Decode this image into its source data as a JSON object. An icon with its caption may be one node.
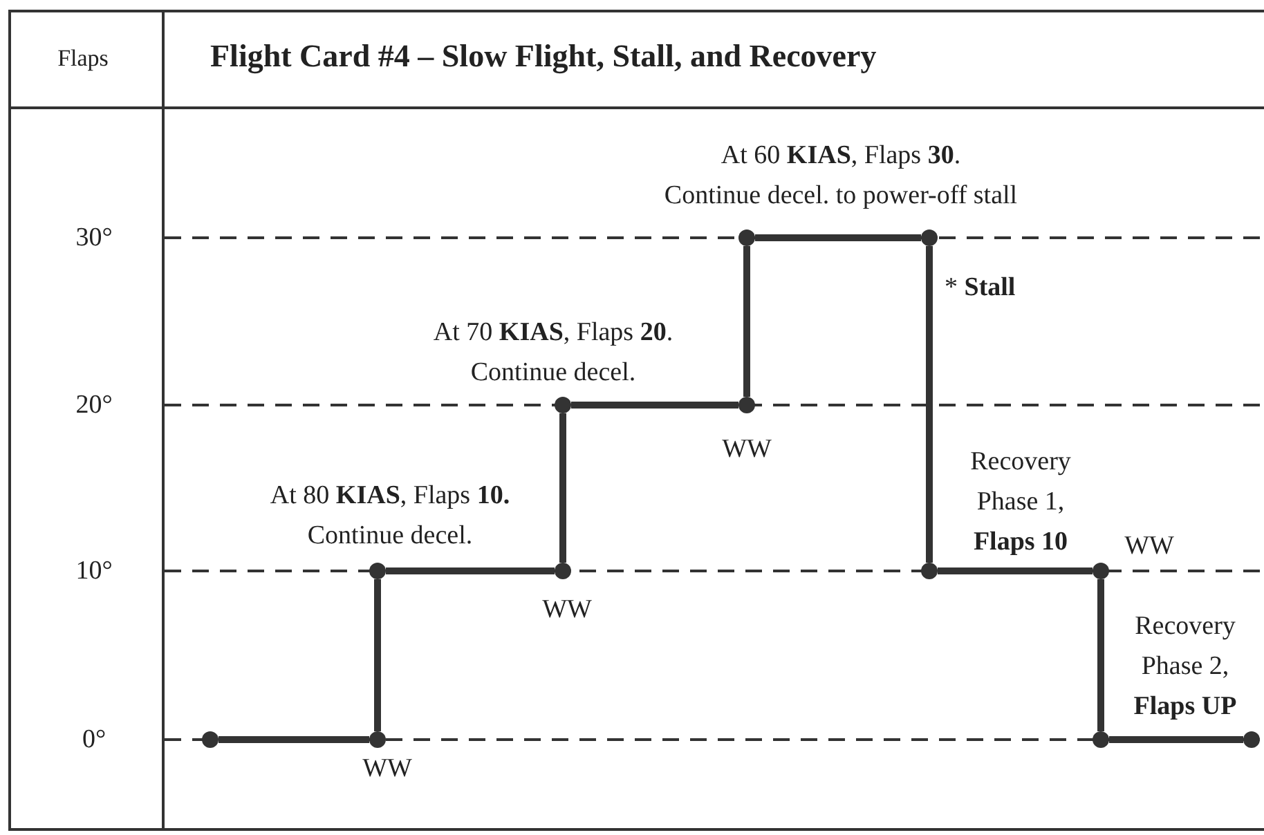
{
  "diagram": {
    "title": "Flight Card #4 – Slow Flight, Stall, and Recovery",
    "nodes": [
      {
        "text": [],
        "shape": "circle"
      },
      {
        "text": [],
        "shape": "circle"
      },
      {
        "text": [],
        "shape": "circle"
      },
      {
        "text": [],
        "shape": "circle"
      },
      {
        "text": [],
        "shape": "circle"
      },
      {
        "text": [],
        "shape": "circle"
      },
      {
        "text": [],
        "shape": "circle"
      },
      {
        "text": [],
        "shape": "circle"
      },
      {
        "text": [],
        "shape": "circle"
      },
      {
        "text": [],
        "shape": "circle"
      },
      {
        "text": [],
        "shape": "circle"
      },
      {
        "text": [],
        "shape": "circle"
      }
    ],
    "edges": [
      {
        "from": 0,
        "to": 1,
        "arrow": "none"
      },
      {
        "from": 1,
        "to": 2,
        "arrow": "none"
      },
      {
        "from": 2,
        "to": 3,
        "arrow": "none"
      },
      {
        "from": 3,
        "to": 4,
        "arrow": "none"
      },
      {
        "from": 4,
        "to": 5,
        "arrow": "none"
      },
      {
        "from": 5,
        "to": 6,
        "arrow": "none"
      },
      {
        "from": 6,
        "to": 7,
        "arrow": "none"
      },
      {
        "from": 7,
        "to": 8,
        "arrow": "none"
      },
      {
        "from": 8,
        "to": 9,
        "arrow": "none"
      },
      {
        "from": 9,
        "to": 10,
        "arrow": "none"
      },
      {
        "from": 10,
        "to": 11,
        "arrow": "none"
      }
    ],
    "labels": [
      "Flaps",
      "At 60 **KIAS**, Flaps **30**. Continue decel. to power-off stall",
      "30°",
      "* **Stall**",
      "At 70 **KIAS**, Flaps **20**. Continue decel.",
      "20°",
      "WW",
      "Recovery Phase 1, **Flaps 10**",
      "At 80 **KIAS**, Flaps **10.** Continue decel.",
      "10°",
      "WW",
      "WW",
      "Recovery Phase 2, **Flaps UP**",
      "0°",
      "WW"
    ]
  }
}
